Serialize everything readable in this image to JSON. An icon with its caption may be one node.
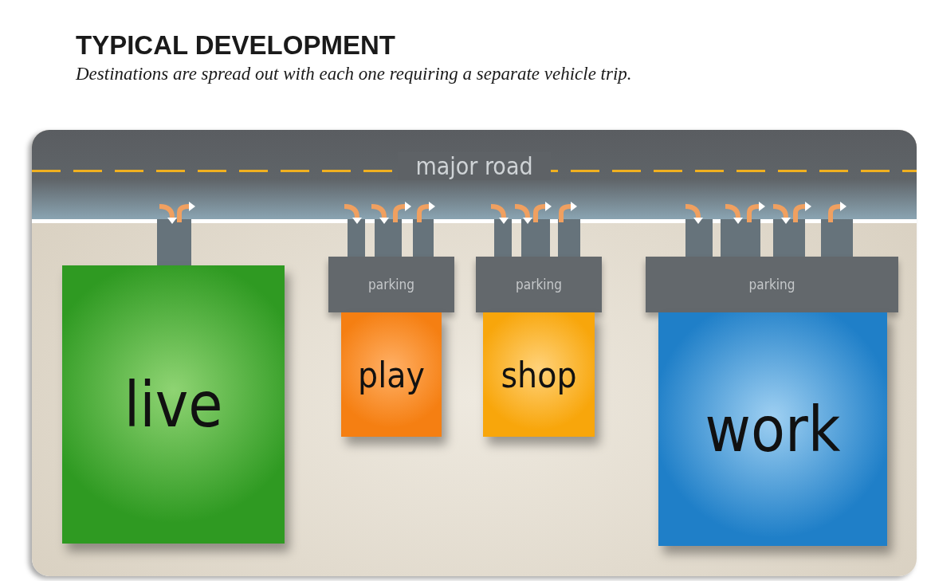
{
  "diagram": {
    "title": "TYPICAL DEVELOPMENT",
    "caption": "Destinations are spread out with each one requiring a separate vehicle trip.",
    "nodes": [
      {
        "text": [
          "major road"
        ]
      },
      {
        "text": [
          "parking"
        ]
      },
      {
        "text": [
          "parking"
        ]
      },
      {
        "text": [
          "parking"
        ]
      },
      {
        "text": [
          "live"
        ]
      },
      {
        "text": [
          "play"
        ]
      },
      {
        "text": [
          "shop"
        ]
      },
      {
        "text": [
          "work"
        ]
      }
    ]
  }
}
